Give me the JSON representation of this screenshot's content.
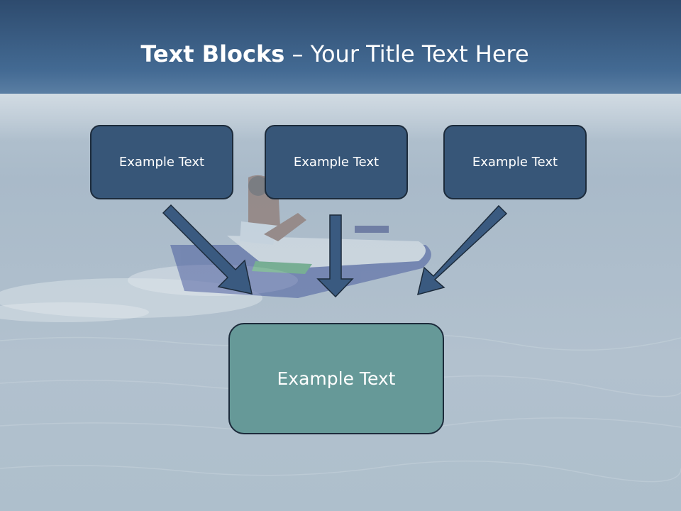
{
  "title": {
    "bold_part": "Text Blocks",
    "separator": "–",
    "regular_part": "Your Title Text Here"
  },
  "blocks": {
    "top": [
      {
        "label": "Example Text"
      },
      {
        "label": "Example Text"
      },
      {
        "label": "Example Text"
      }
    ],
    "bottom": {
      "label": "Example Text"
    }
  },
  "colors": {
    "header": "#3d6089",
    "box_fill": "#375678",
    "box_border": "#1c2b3b",
    "center_box_fill": "#669998",
    "arrow": "#3a5a80",
    "water": "#b0c0ce"
  }
}
